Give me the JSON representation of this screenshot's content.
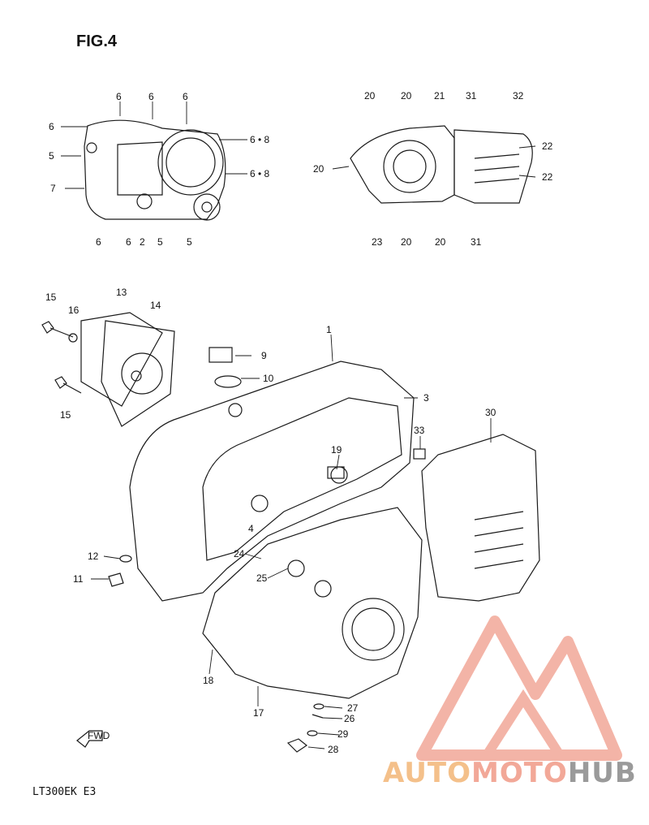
{
  "title": "FIG.4",
  "model_code": "LT300EK E3",
  "fwd_label": "FWD",
  "watermark": {
    "part1": "AUTO",
    "part2": "MOTO",
    "part3": "HUB"
  },
  "colors": {
    "line": "#1a1a1a",
    "watermark_orange": "#f4c08a",
    "watermark_red": "#f2a898",
    "watermark_gray": "#9a9a9a"
  },
  "callouts": [
    "1",
    "2",
    "3",
    "4",
    "5",
    "6",
    "6 • 8",
    "7",
    "9",
    "10",
    "11",
    "12",
    "13",
    "14",
    "15",
    "16",
    "17",
    "18",
    "19",
    "20",
    "21",
    "22",
    "23",
    "24",
    "25",
    "26",
    "27",
    "28",
    "29",
    "30",
    "31",
    "32",
    "33"
  ]
}
